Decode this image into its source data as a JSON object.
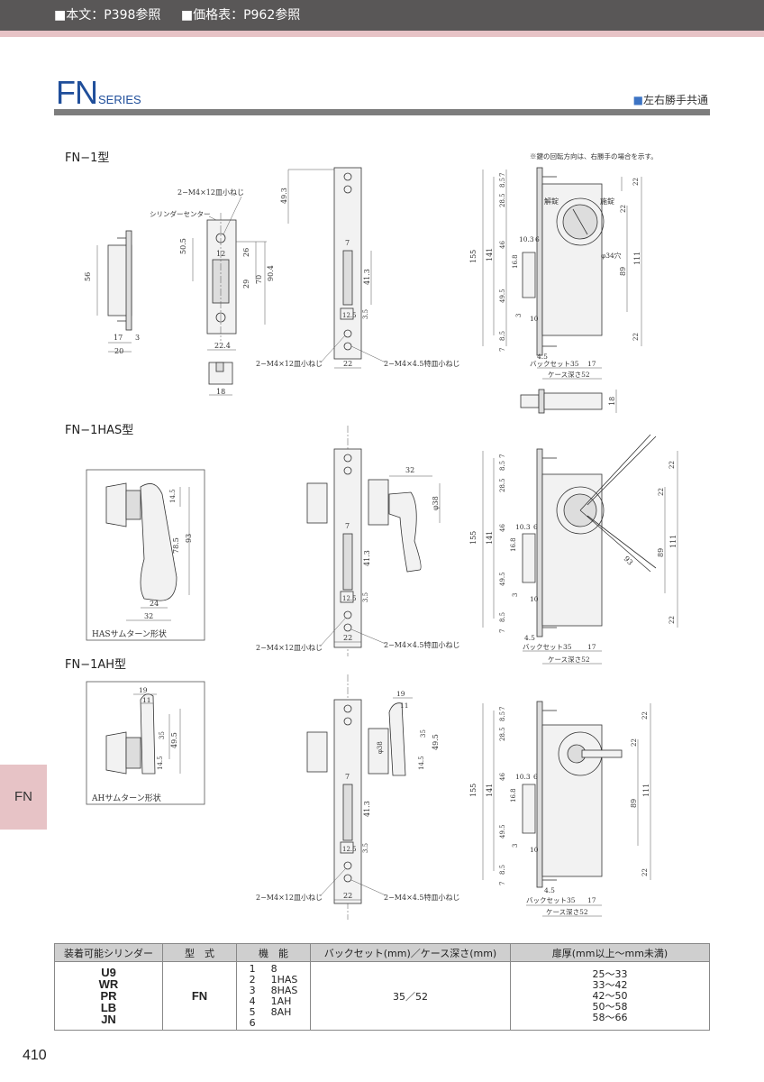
{
  "header": {
    "ref_text": "■本文：P398参照",
    "price_ref": "■価格表：P962参照"
  },
  "title": {
    "series": "FN",
    "suffix": "SERIES",
    "common_note": "左右勝手共通",
    "common_mark": "■"
  },
  "sections": {
    "fn1": "FN−1型",
    "fn1has": "FN−1HAS型",
    "fn1ah": "FN−1AH型"
  },
  "notes": {
    "rotation": "※鍵の回転方向は、右勝手の場合を示す。",
    "cylinder_center": "シリンダーセンター",
    "screw_m4x12": "2−M4×12皿小ねじ",
    "screw_m4x45": "2−M4×4.5特皿小ねじ",
    "backset": "バックセット35",
    "case_depth": "ケース深さ52",
    "unlock": "解錠",
    "lock": "施錠",
    "hole": "φ34穴",
    "has_shape": "HASサムターン形状",
    "ah_shape": "AHサムターン形状",
    "phi38": "φ38"
  },
  "dims": {
    "d56": "56",
    "d17": "17",
    "d3": "3",
    "d20": "20",
    "d50_5": "50.5",
    "d12": "12",
    "d26": "26",
    "d29": "29",
    "d70": "70",
    "d90_4": "90.4",
    "d22_4": "22.4",
    "d18": "18",
    "d49_3": "49.3",
    "d7": "7",
    "d41_3": "41.3",
    "d12_5": "12.5",
    "d3_5": "3.5",
    "d22": "22",
    "d8_5": "8.5",
    "d28_5": "28.5",
    "d46": "46",
    "d155": "155",
    "d141": "141",
    "d49_5": "49.5",
    "d10_3": "10.3",
    "d6": "6",
    "d16_8": "16.8",
    "d10": "10",
    "d111": "111",
    "d89": "89",
    "d4_5": "4.5",
    "d32": "32",
    "d14_5": "14.5",
    "d78_5": "78.5",
    "d93": "93",
    "d24": "24",
    "d19": "19",
    "d11": "11",
    "d35": "35"
  },
  "table": {
    "headers": [
      "装着可能シリンダー",
      "型　式",
      "機　能",
      "バックセット(mm)／ケース深さ(mm)",
      "扉厚(mm以上〜mm未満)"
    ],
    "cylinders": [
      "U9",
      "WR",
      "PR",
      "LB",
      "JN"
    ],
    "model": "FN",
    "functions": [
      {
        "no": "1",
        "name": "8"
      },
      {
        "no": "2",
        "name": "1HAS"
      },
      {
        "no": "3",
        "name": "8HAS"
      },
      {
        "no": "4",
        "name": "1AH"
      },
      {
        "no": "5",
        "name": "8AH"
      },
      {
        "no": "6",
        "name": ""
      }
    ],
    "backset_case": "35／52",
    "door_thickness": [
      "25〜33",
      "33〜42",
      "42〜50",
      "50〜58",
      "58〜66"
    ]
  },
  "side_tab": "FN",
  "page_number": "410"
}
